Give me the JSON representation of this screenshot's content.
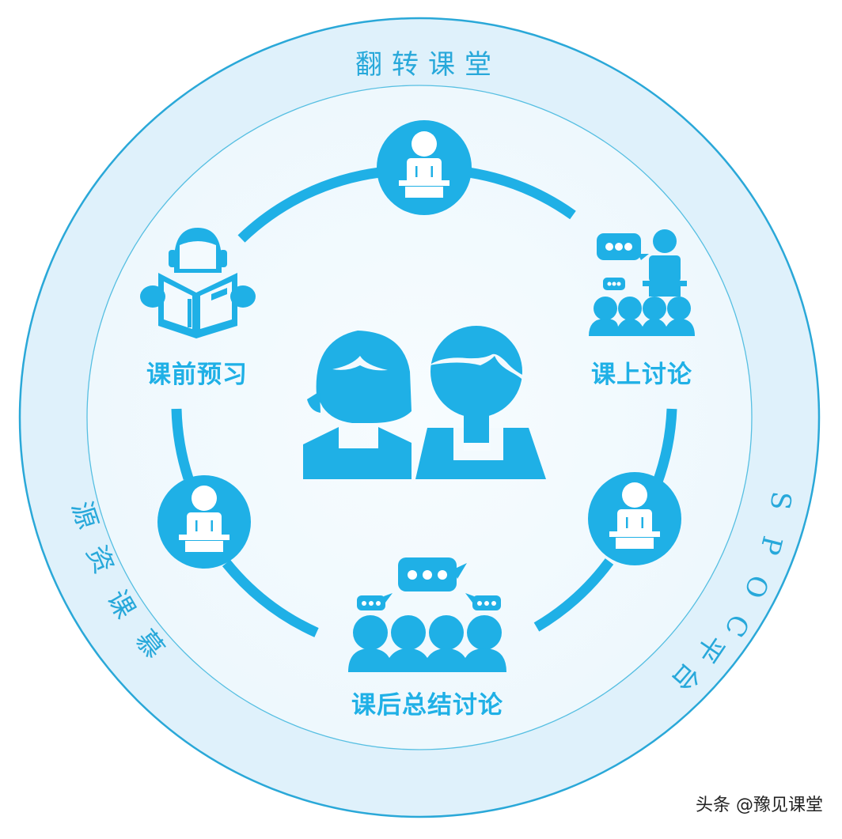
{
  "diagram": {
    "outer_ring": {
      "top_label": "翻转课堂",
      "left_label": "慕课资源",
      "right_label": "SPOC平台"
    },
    "stages": [
      {
        "id": "pre-class",
        "label": "课前预习",
        "icon": "reading-student-icon"
      },
      {
        "id": "in-class",
        "label": "课上讨论",
        "icon": "teacher-with-audience-icon"
      },
      {
        "id": "post-class",
        "label": "课后总结讨论",
        "icon": "group-discussion-icon"
      }
    ],
    "nodes": [
      {
        "position": "top",
        "icon": "presenter-at-podium-icon"
      },
      {
        "position": "right",
        "icon": "presenter-at-podium-icon"
      },
      {
        "position": "left",
        "icon": "presenter-at-podium-icon"
      }
    ],
    "center_icon": "teacher-and-student-icon",
    "colors": {
      "primary_blue": "#1fb0e6",
      "ring_fill": "#dff1fb",
      "inner_fill": "#f3fafe",
      "ring_stroke": "#2aa8d8",
      "text_blue": "#27a8da"
    }
  },
  "watermark": "头条 @豫见课堂"
}
